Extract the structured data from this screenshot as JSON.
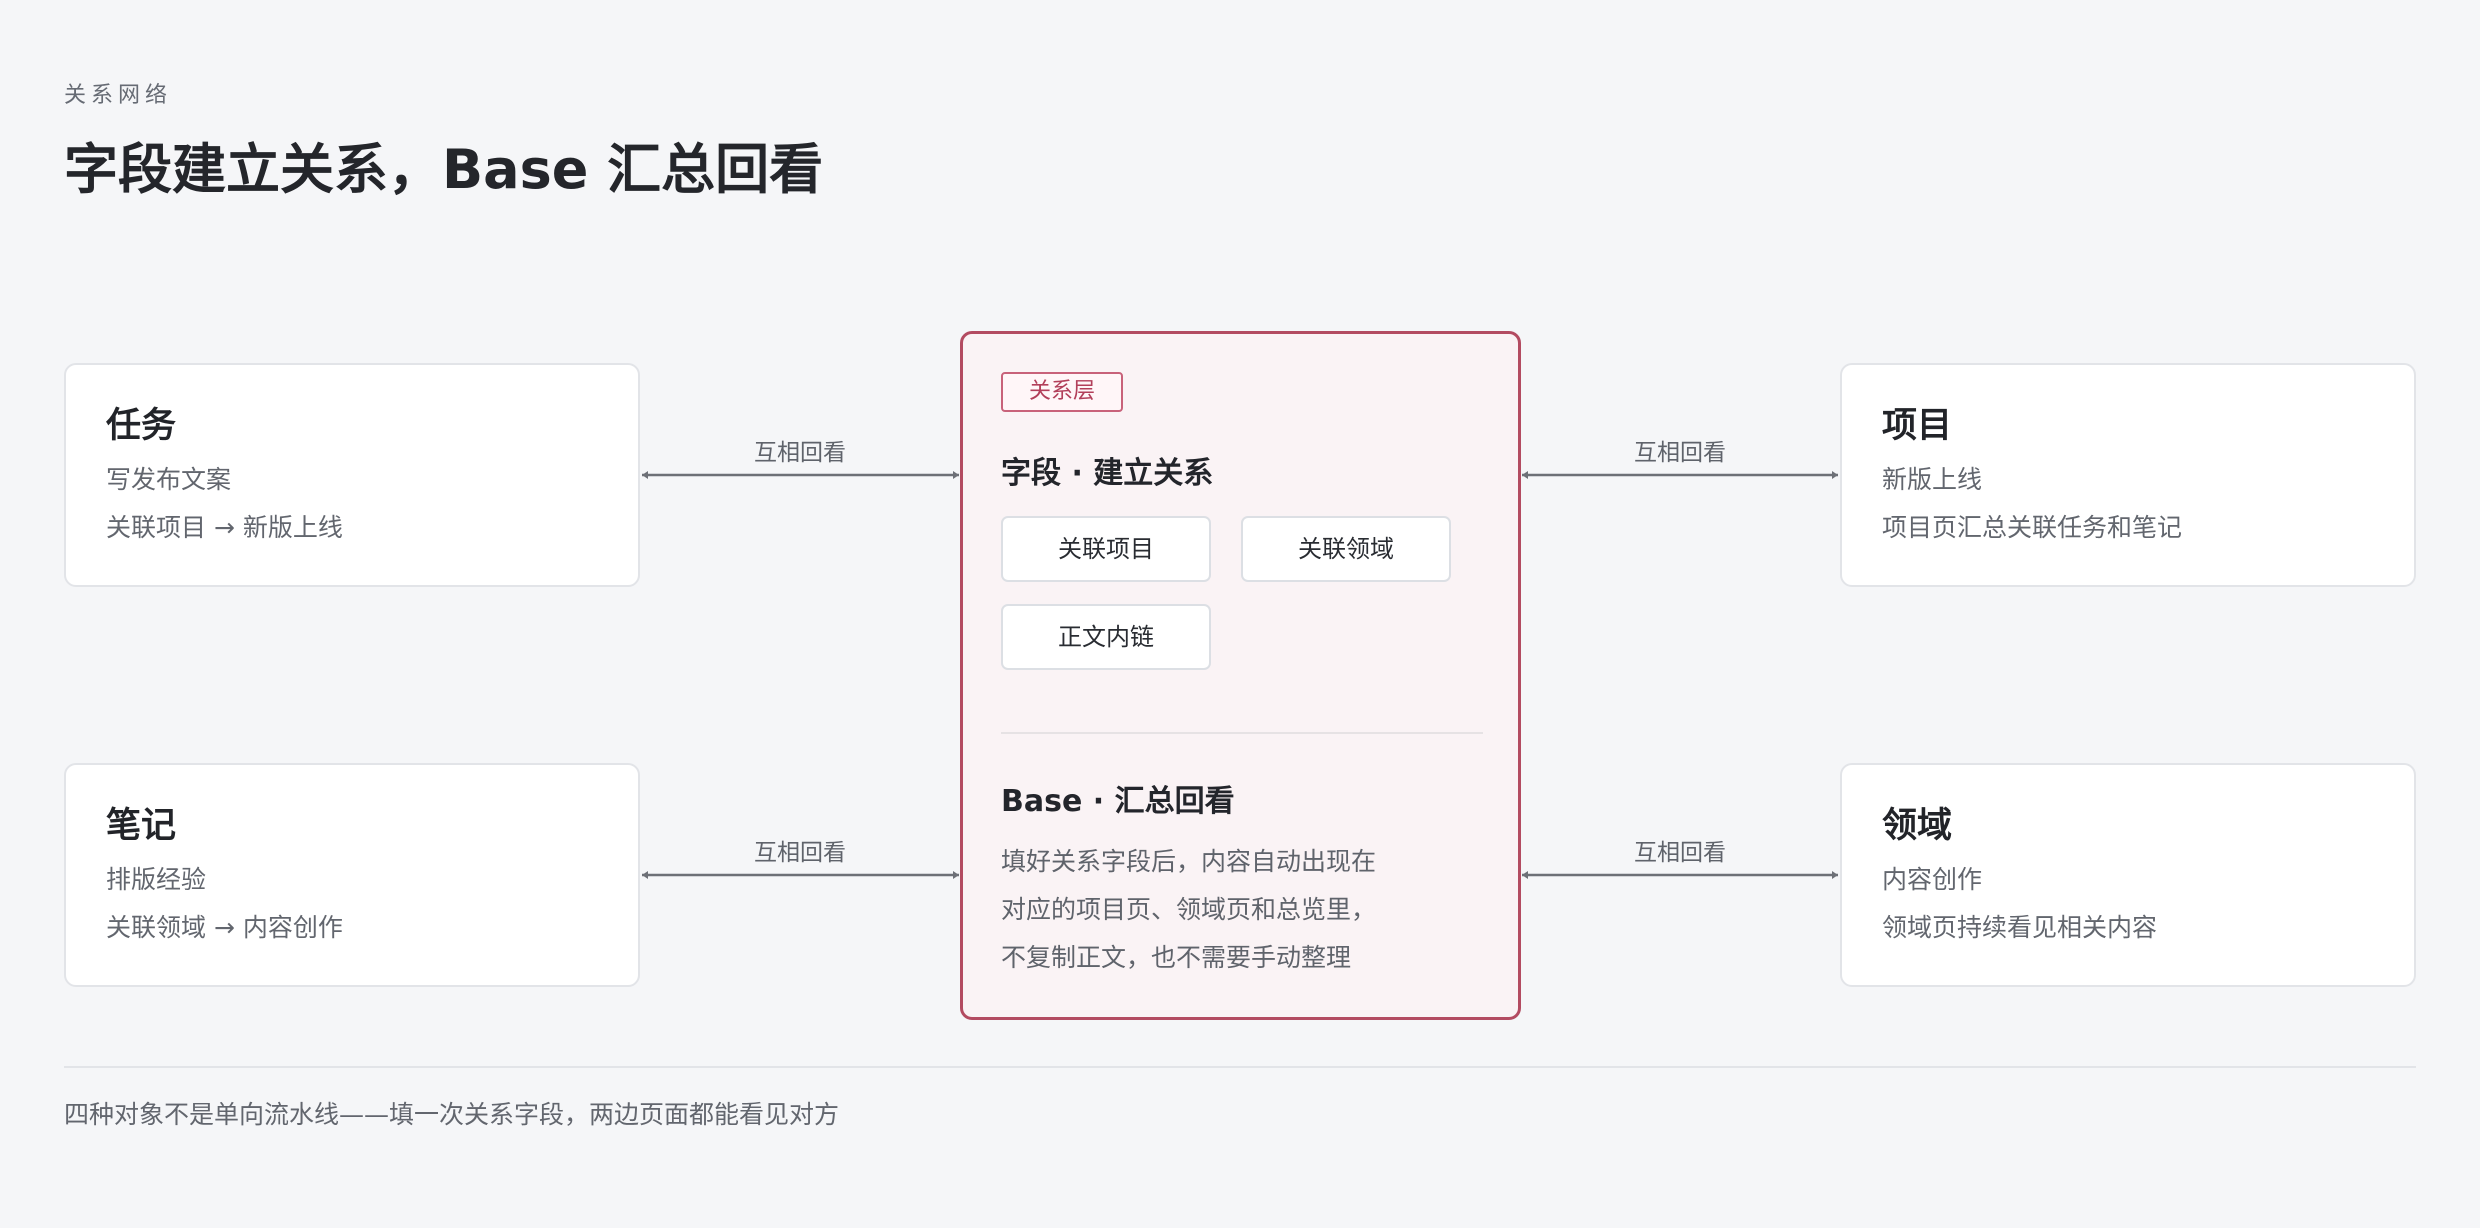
{
  "header": {
    "eyebrow": "关系网络",
    "title": "字段建立关系，Base 汇总回看"
  },
  "cards": {
    "task": {
      "title": "任务",
      "line1": "写发布文案",
      "line2": "关联项目 → 新版上线"
    },
    "note": {
      "title": "笔记",
      "line1": "排版经验",
      "line2": "关联领域 → 内容创作"
    },
    "project": {
      "title": "项目",
      "line1": "新版上线",
      "line2": "项目页汇总关联任务和笔记"
    },
    "domain": {
      "title": "领域",
      "line1": "内容创作",
      "line2": "领域页持续看见相关内容"
    }
  },
  "hub": {
    "badge": "关系层",
    "field_title": "字段 · 建立关系",
    "chips": [
      "关联项目",
      "关联领域",
      "正文内链"
    ],
    "base_title": "Base · 汇总回看",
    "base_lines": [
      "填好关系字段后，内容自动出现在",
      "对应的项目页、领域页和总览里，",
      "不复制正文，也不需要手动整理"
    ]
  },
  "edges": {
    "label": "互相回看"
  },
  "footer": {
    "text": "四种对象不是单向流水线——填一次关系字段，两边页面都能看见对方"
  },
  "colors": {
    "background": "#f5f6f8",
    "hub_border": "#b34b61",
    "hub_fill": "#faf3f5",
    "connector": "#6d7077"
  }
}
